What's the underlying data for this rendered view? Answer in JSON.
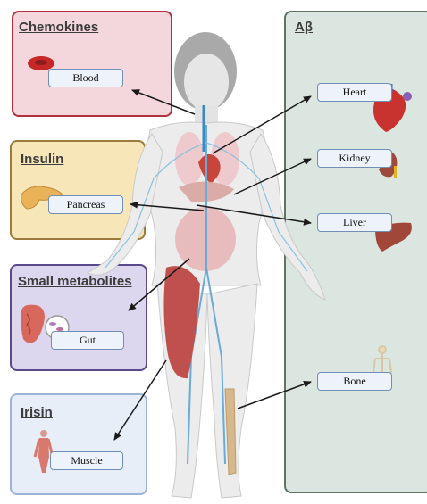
{
  "panels": {
    "chemokines": {
      "title": "Chemokines",
      "label": "Blood",
      "color": "#f3d7dc",
      "border": "#b0303c"
    },
    "insulin": {
      "title": "Insulin",
      "label": "Pancreas",
      "color": "#f6e6b8",
      "border": "#9c7a3c"
    },
    "small_metabolites": {
      "title": "Small metabolites",
      "label": "Gut",
      "color": "#dcd7ee",
      "border": "#5a4a8c"
    },
    "irisin": {
      "title": "Irisin",
      "label": "Muscle",
      "color": "#e7eef8",
      "border": "#7d99c6"
    },
    "abeta": {
      "title": "Aβ",
      "color": "#dbe6e0",
      "border": "#5f7465"
    }
  },
  "organs": {
    "heart": "Heart",
    "kidney": "Kidney",
    "liver": "Liver",
    "bone": "Bone"
  },
  "icons": [
    "blood-cell-icon",
    "pancreas-icon",
    "gut-icon",
    "bacteria-icon",
    "muscle-figure-icon",
    "heart-icon",
    "kidney-icon",
    "liver-icon",
    "skeleton-icon",
    "human-body-figure"
  ]
}
